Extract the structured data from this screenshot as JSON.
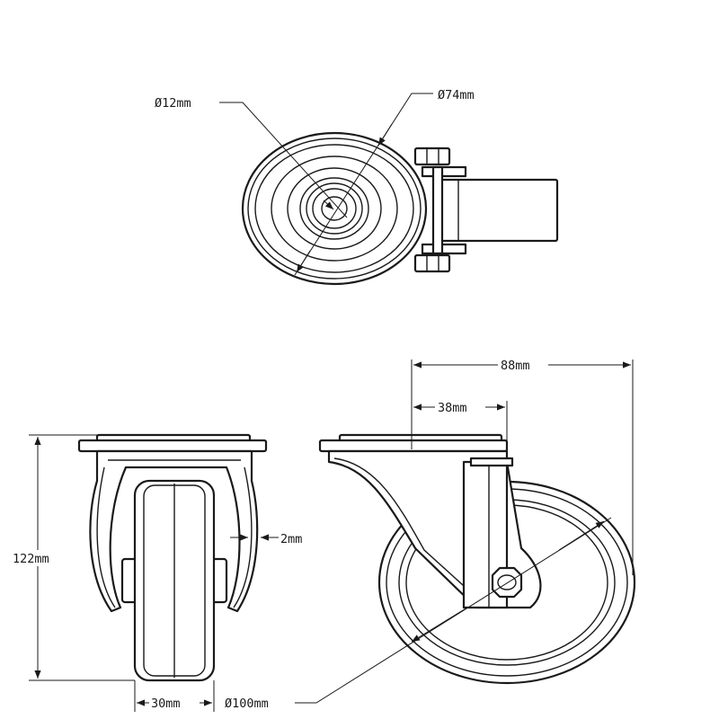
{
  "dimensions": {
    "bolt_hole": "Ø12mm",
    "hub": "Ø74mm",
    "overall_length": "88mm",
    "offset": "38mm",
    "height": "122mm",
    "gap": "2mm",
    "width": "30mm",
    "wheel": "Ø100mm"
  },
  "colors": {
    "line": "#1a1a1a",
    "background": "#ffffff"
  }
}
